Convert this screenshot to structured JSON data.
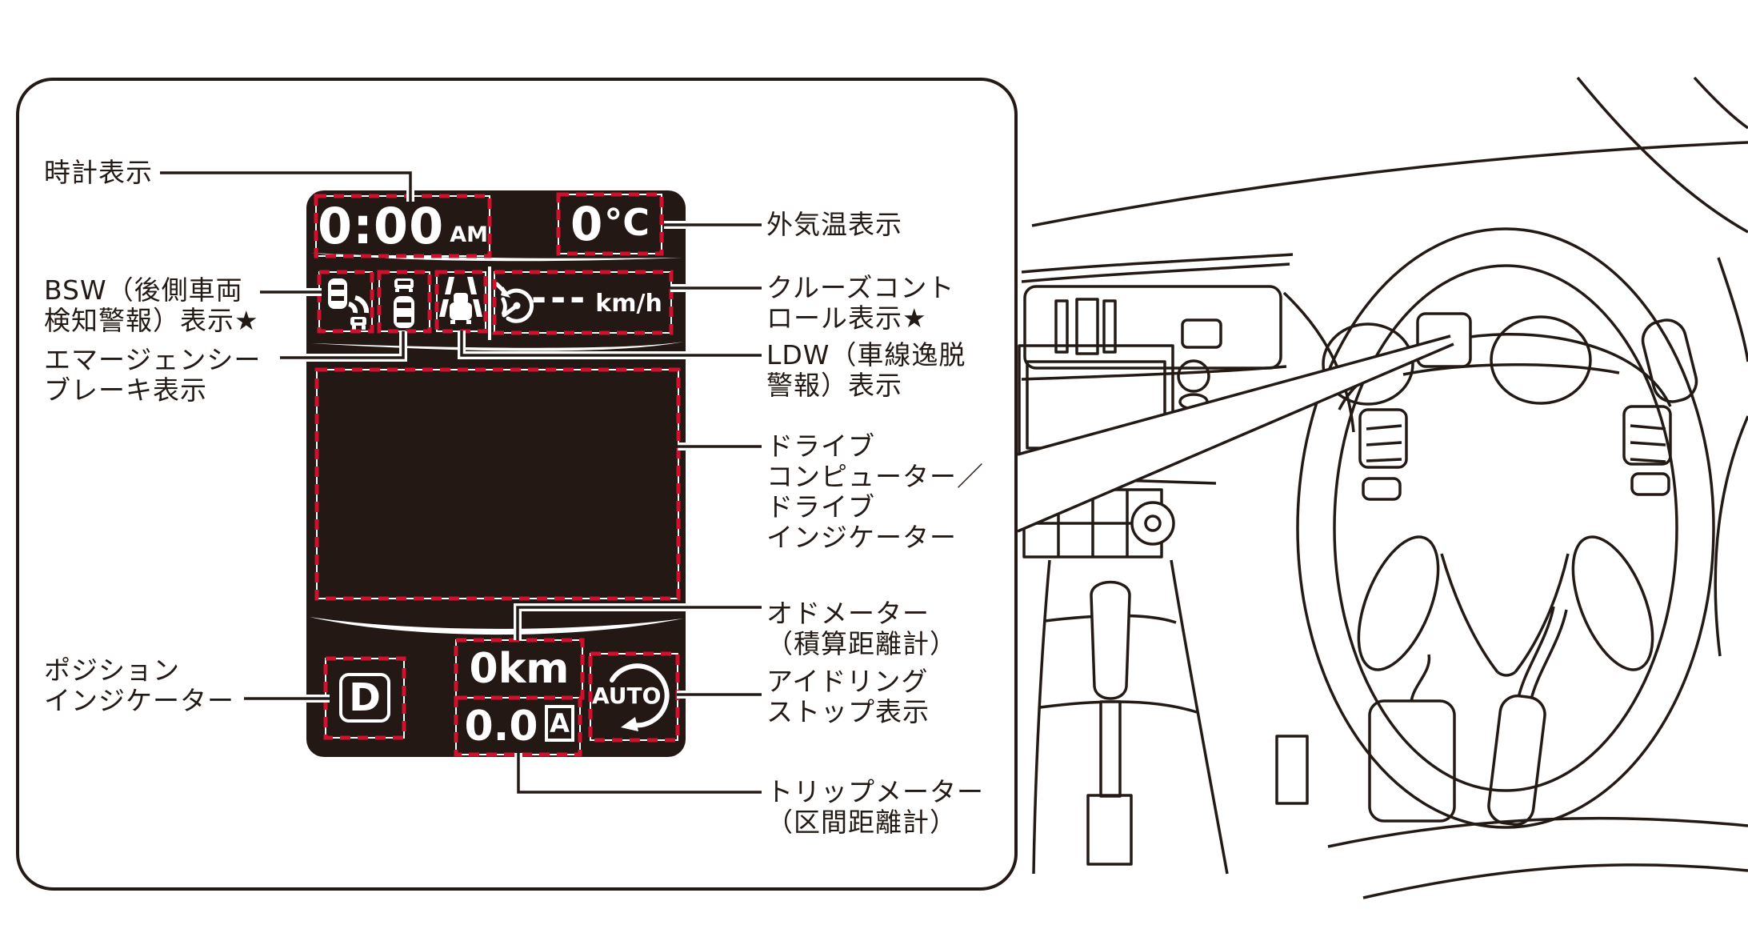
{
  "colors": {
    "accent_red": "#d0102d",
    "ink": "#241a15",
    "display_bg": "#231814",
    "white": "#ffffff"
  },
  "display": {
    "clock_time": "0:00",
    "clock_ampm": "AM",
    "outside_temp_value": "0",
    "outside_temp_unit": "°C",
    "cruise_value": "---",
    "cruise_unit": "km/h",
    "position_indicator": "D",
    "odometer": "0km",
    "trip_value": "0.0",
    "trip_mode": "A",
    "idling_stop": "AUTO"
  },
  "icons": {
    "bsw": "bsw-blind-spot-warning-icon",
    "emergency_brake": "emergency-brake-icon",
    "ldw": "lane-departure-warning-icon",
    "cruise": "cruise-control-speedometer-icon",
    "idling_stop": "idling-stop-circular-arrow-icon"
  },
  "labels": {
    "clock": "時計表示",
    "outside_temp": "外気温表示",
    "bsw_line1": "BSW（後側車両",
    "bsw_line2": "検知警報）表示★",
    "cruise_line1": "クルーズコント",
    "cruise_line2": "ロール表示★",
    "emergency_line1": "エマージェンシー",
    "emergency_line2": "ブレーキ表示",
    "ldw_line1": "LDW（車線逸脱",
    "ldw_line2": "警報）表示",
    "drive_line1": "ドライブ",
    "drive_line2": "コンピューター／",
    "drive_line3": "ドライブ",
    "drive_line4": "インジケーター",
    "odometer_line1": "オドメーター",
    "odometer_line2": "（積算距離計）",
    "position_line1": "ポジション",
    "position_line2": "インジケーター",
    "idling_line1": "アイドリング",
    "idling_line2": "ストップ表示",
    "trip_line1": "トリップメーター",
    "trip_line2": "（区間距離計）"
  }
}
